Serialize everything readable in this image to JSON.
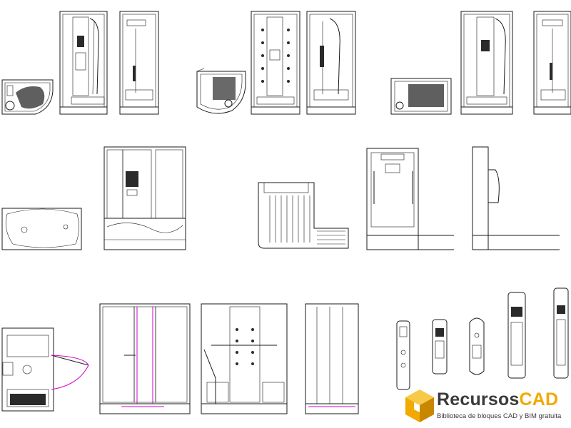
{
  "brand": {
    "name_part1": "Recursos",
    "name_part2": "CAD",
    "tagline": "Biblioteca de bloques CAD y BIM gratuita",
    "color_primary": "#3a3a3a",
    "color_accent": "#f2a900"
  },
  "drawing": {
    "line_color": "#1a1a1a",
    "highlight_color": "#d400c8",
    "icons": [
      "hydro-massage-shower-cabin",
      "corner-shower-plan",
      "bathtub-with-cabin",
      "shower-panel-column"
    ]
  }
}
